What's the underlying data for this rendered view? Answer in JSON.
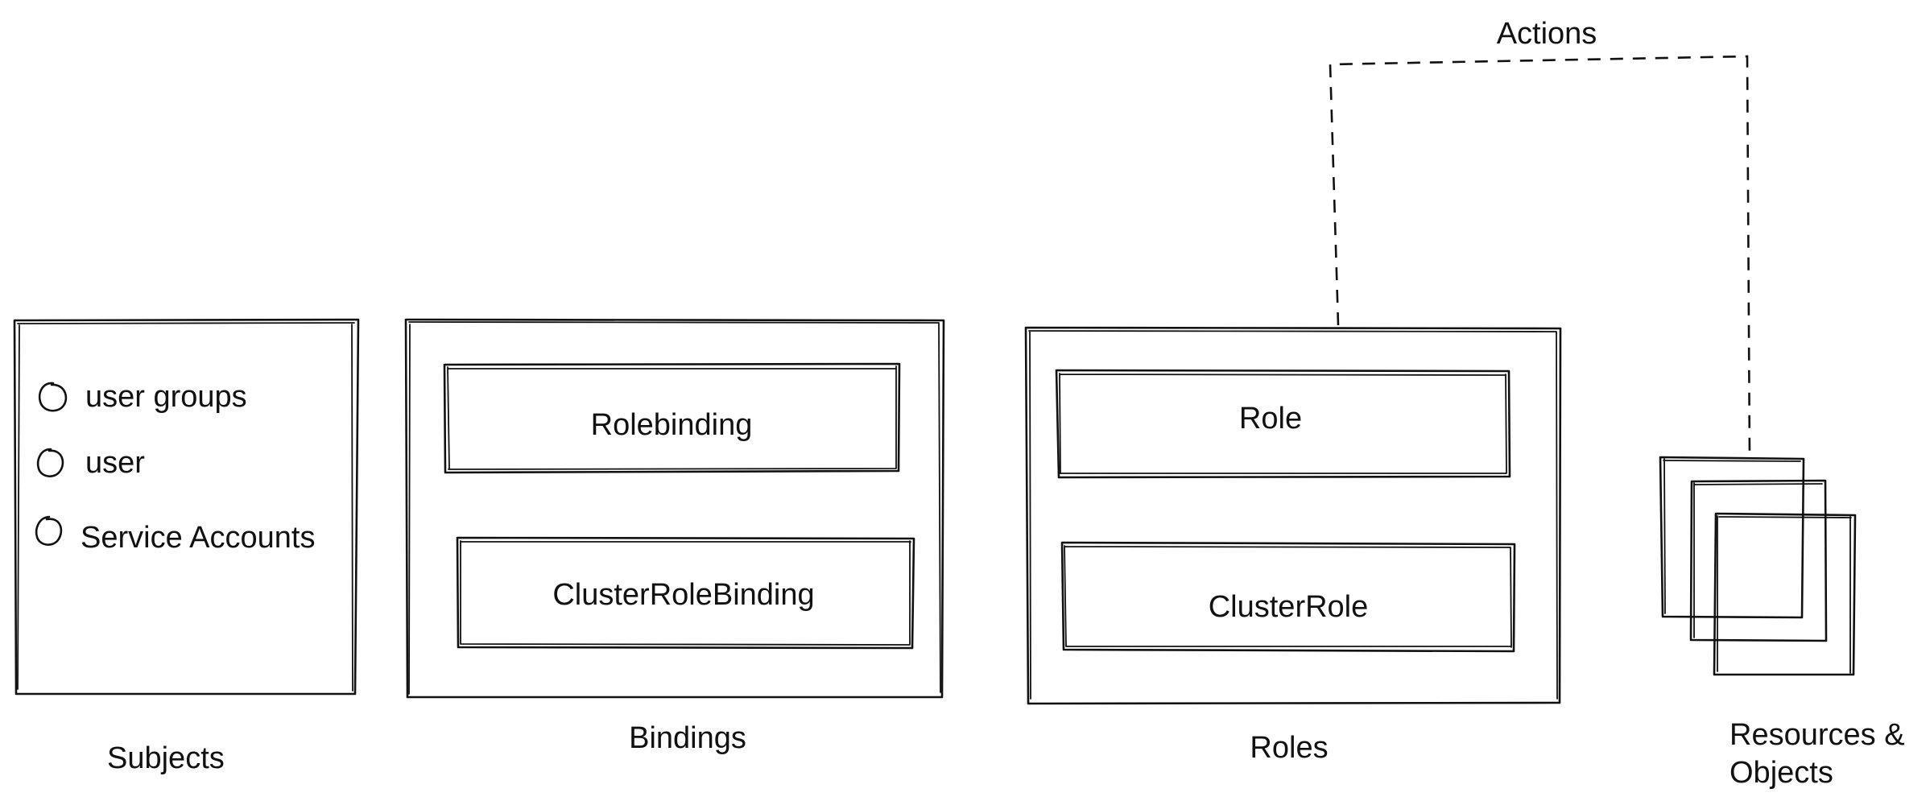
{
  "subjects": {
    "caption": "Subjects",
    "items": [
      "user groups",
      "user",
      "Service Accounts"
    ]
  },
  "bindings": {
    "caption": "Bindings",
    "rolebinding": "Rolebinding",
    "clusterrolebinding": "ClusterRoleBinding"
  },
  "roles": {
    "caption": "Roles",
    "role": "Role",
    "clusterrole": "ClusterRole"
  },
  "resources": {
    "caption_line1": "Resources &",
    "caption_line2": "Objects"
  },
  "actions": {
    "label": "Actions"
  }
}
